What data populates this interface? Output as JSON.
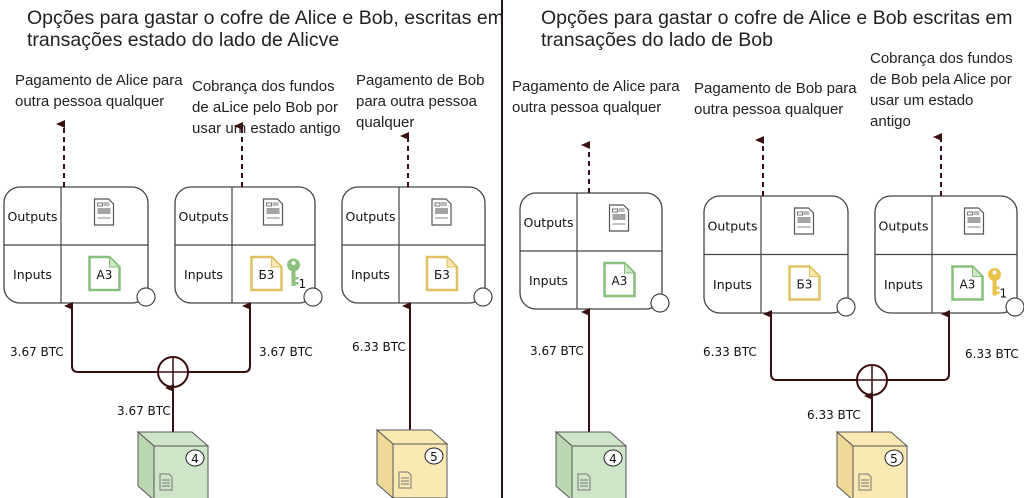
{
  "left": {
    "title_line1": "Opções para gastar o cofre de Alice e Bob, escritas em",
    "title_line2": "transações estado do lado de Alicve",
    "captions": [
      {
        "lines": [
          "Pagamento de Alice para",
          "outra pessoa qualquer"
        ]
      },
      {
        "lines": [
          "Cobrança dos fundos",
          "de aLice pelo Bob por",
          "usar um estado antigo"
        ]
      },
      {
        "lines": [
          "Pagamento de Bob",
          "para outra pessoa",
          "qualquer"
        ]
      }
    ],
    "transactions": [
      {
        "outputs_label": "Outputs",
        "inputs_label": "Inputs",
        "input_doc": "A3",
        "input_color": "green",
        "key": null
      },
      {
        "outputs_label": "Outputs",
        "inputs_label": "Inputs",
        "input_doc": "Б3",
        "input_color": "yellow",
        "key": {
          "color": "green",
          "index": "1"
        }
      },
      {
        "outputs_label": "Outputs",
        "inputs_label": "Inputs",
        "input_doc": "Б3",
        "input_color": "yellow",
        "key": null
      }
    ],
    "amounts": {
      "to_tx1": "3.67 BTC",
      "to_tx2": "3.67 BTC",
      "from_box": "3.67 BTC",
      "to_tx3": "6.33 BTC"
    },
    "boxes": [
      {
        "number": "4",
        "color": "green"
      },
      {
        "number": "5",
        "color": "yellow"
      }
    ]
  },
  "right": {
    "title_line1": "Opções para gastar o cofre de Alice e Bob escritas em",
    "title_line2": "transações do lado de Bob",
    "captions": [
      {
        "lines": [
          "Pagamento de Alice para",
          "outra pessoa qualquer"
        ]
      },
      {
        "lines": [
          "Pagamento de Bob para",
          "outra pessoa qualquer"
        ]
      },
      {
        "lines": [
          "Cobrança dos fundos",
          "de Bob pela Alice por",
          "usar um estado",
          "antigo"
        ]
      }
    ],
    "transactions": [
      {
        "outputs_label": "Outputs",
        "inputs_label": "Inputs",
        "input_doc": "A3",
        "input_color": "green",
        "key": null
      },
      {
        "outputs_label": "Outputs",
        "inputs_label": "Inputs",
        "input_doc": "Б3",
        "input_color": "yellow",
        "key": null
      },
      {
        "outputs_label": "Outputs",
        "inputs_label": "Inputs",
        "input_doc": "A3",
        "input_color": "green",
        "key": {
          "color": "yellow",
          "index": "1"
        }
      }
    ],
    "amounts": {
      "to_tx1": "3.67 BTC",
      "to_tx2": "6.33 BTC",
      "to_tx3": "6.33 BTC",
      "from_box": "6.33 BTC"
    },
    "boxes": [
      {
        "number": "4",
        "color": "green"
      },
      {
        "number": "5",
        "color": "yellow"
      }
    ]
  },
  "colors": {
    "arrow": "#3a0f10",
    "green_fill": "#cfe5c8",
    "green_stroke": "#86c07a",
    "yellow_fill": "#fbe9b4",
    "yellow_stroke": "#e0c060",
    "key_green": "#8ec07e",
    "key_yellow": "#e8c24a"
  }
}
